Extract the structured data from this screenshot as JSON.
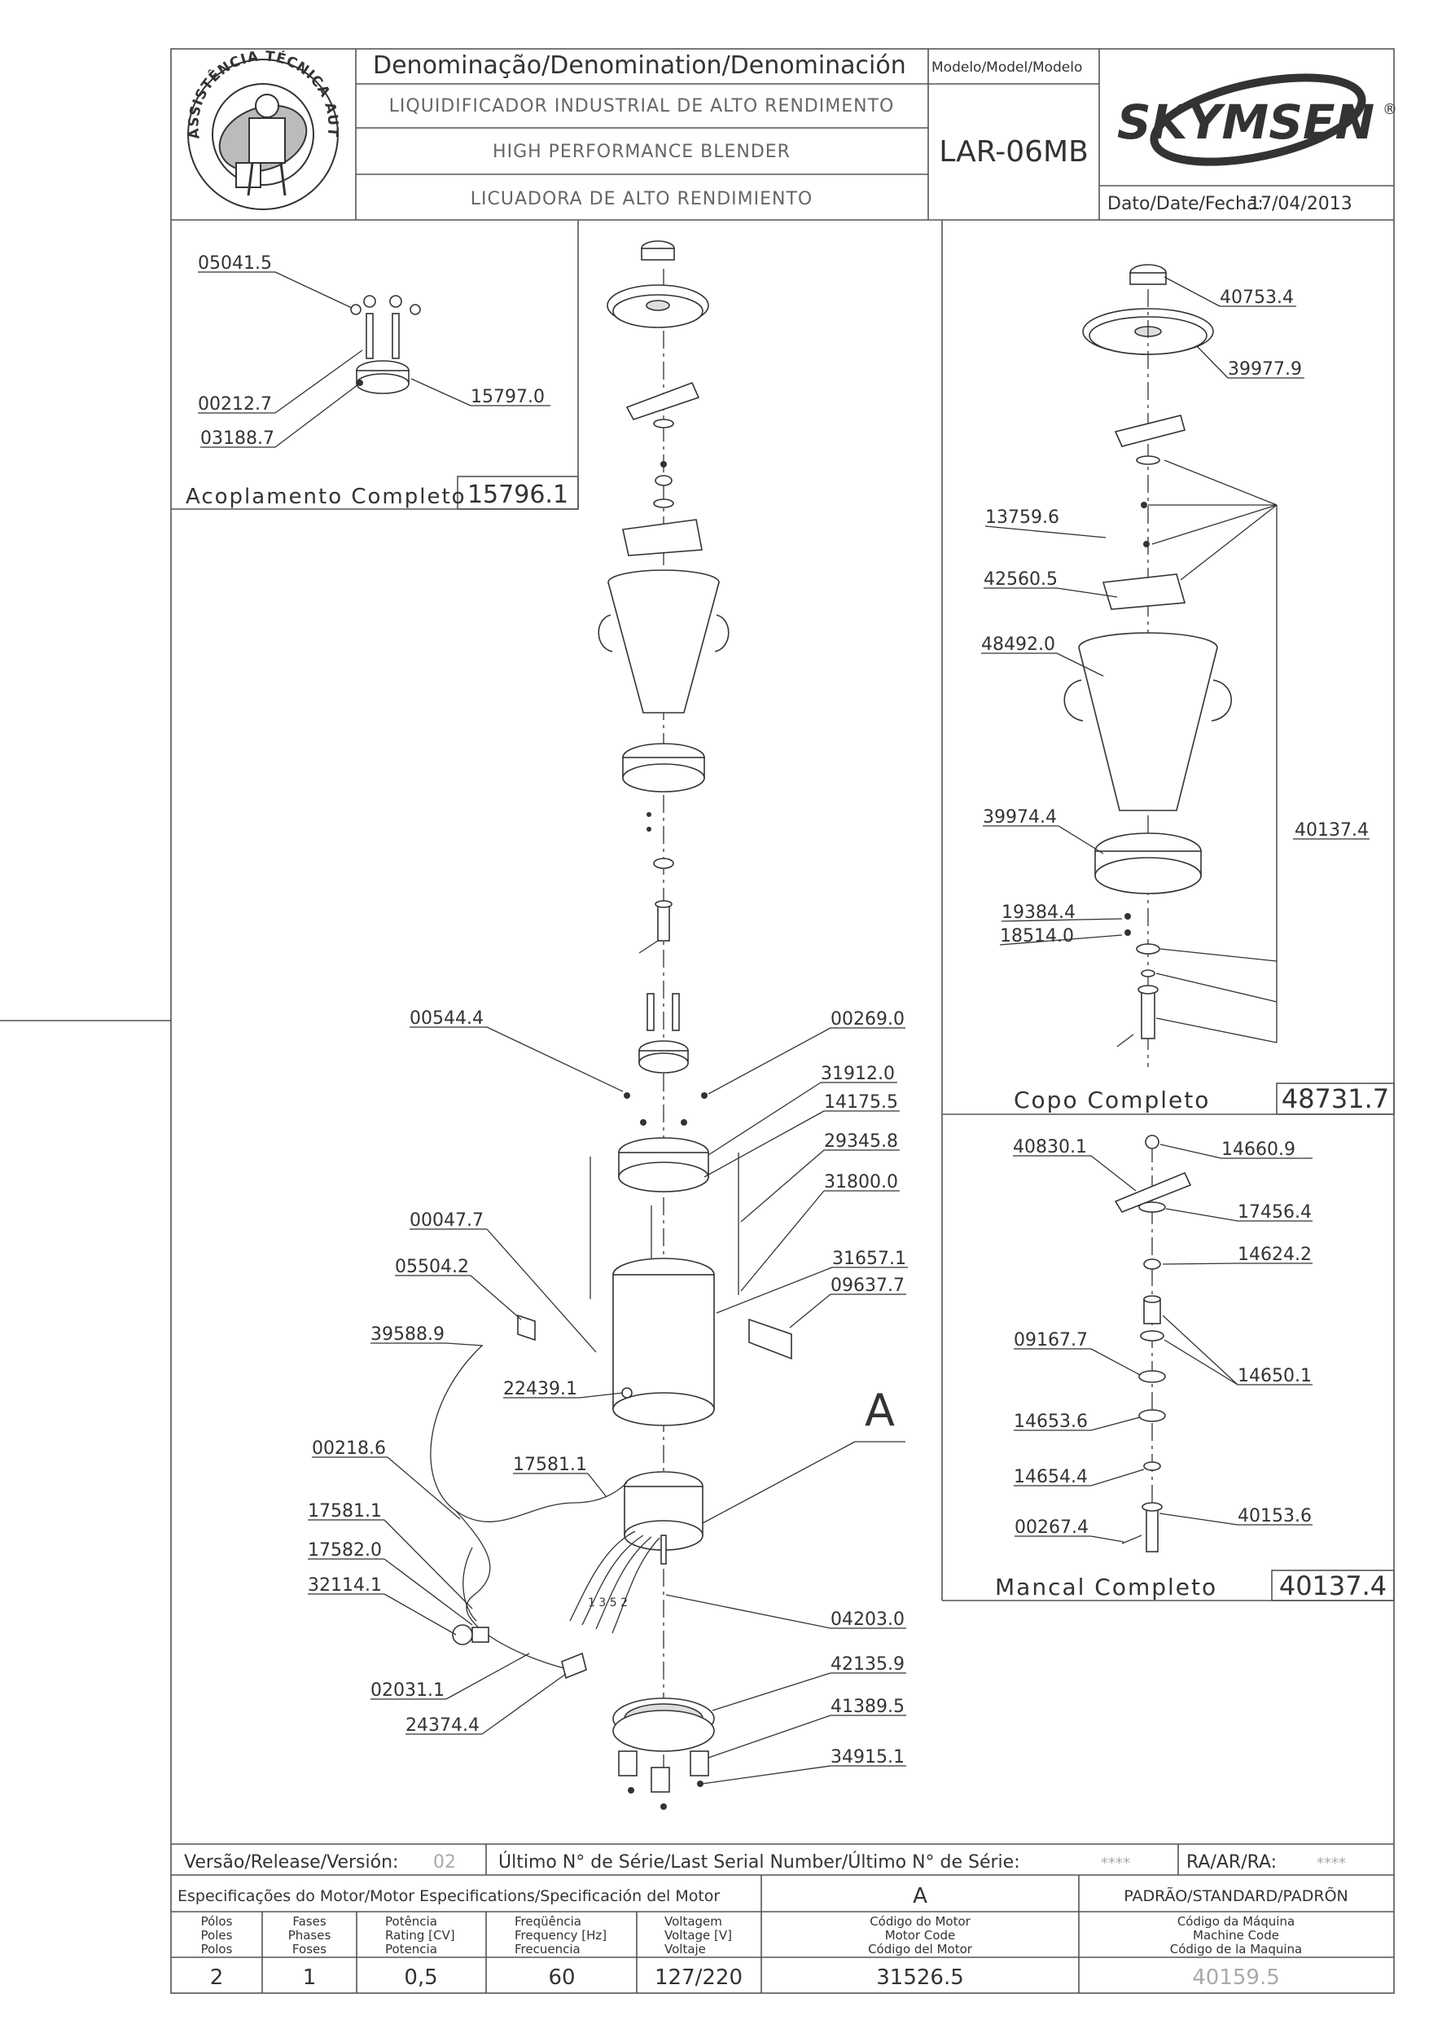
{
  "header": {
    "stamp_text": "ASSISTÊNCIA TÉCNICA AUTORIZADA",
    "denomination_title": "Denominação/Denomination/Denominación",
    "model_title": "Modelo/Model/Modelo",
    "name_pt": "LIQUIDIFICADOR INDUSTRIAL DE ALTO RENDIMENTO",
    "name_en": "HIGH PERFORMANCE BLENDER",
    "name_es": "LICUADORA DE ALTO RENDIMIENTO",
    "model": "LAR-06MB",
    "brand": "SKYMSEN",
    "registered": "®",
    "date_label": "Dato/Date/Fecha:",
    "date": "17/04/2013"
  },
  "boxes": {
    "coupling_title": "Acoplamento Completo",
    "coupling_code": "15796.1",
    "cup_title": "Copo Completo",
    "cup_code": "48731.7",
    "bearing_title": "Mancal Completo",
    "bearing_code": "40137.4"
  },
  "labels": {
    "c1": "05041.5",
    "c2": "00212.7",
    "c3": "03188.7",
    "c4": "15797.0",
    "m1": "00544.4",
    "m2": "00269.0",
    "m3": "31912.0",
    "m4": "14175.5",
    "m5": "29345.8",
    "m6": "31800.0",
    "m7": "00047.7",
    "m8": "05504.2",
    "m9": "31657.1",
    "m10": "09637.7",
    "m11": "39588.9",
    "m12": "22439.1",
    "m13": "00218.6",
    "m14": "17581.1",
    "m15": "17581.1",
    "m16": "17582.0",
    "m17": "32114.1",
    "m18": "04203.0",
    "m19": "42135.9",
    "m20": "02031.1",
    "m21": "41389.5",
    "m22": "24374.4",
    "m23": "34915.1",
    "m24": "A",
    "r1": "40753.4",
    "r2": "39977.9",
    "r3": "13759.6",
    "r4": "42560.5",
    "r5": "48492.0",
    "r6": "39974.4",
    "r7": "40137.4",
    "r8": "19384.4",
    "r9": "18514.0",
    "b1": "40830.1",
    "b2": "14660.9",
    "b3": "17456.4",
    "b4": "14624.2",
    "b5": "09167.7",
    "b6": "14650.1",
    "b7": "14653.6",
    "b8": "14654.4",
    "b9": "40153.6",
    "b10": "00267.4",
    "terminals": "1 3 5 2"
  },
  "footer": {
    "version_label": "Versão/Release/Versión:",
    "version": "02",
    "serial_label": "Último N° de Série/Last Serial Number/Último N° de Série:",
    "serial": "****",
    "ra_label": "RA/AR/RA:",
    "ra": "****",
    "motor_spec_title": "Especificações do Motor/Motor Especifications/Specificación del Motor",
    "motor_ref": "A",
    "standard": "PADRÃO/STANDARD/PADRÕN",
    "col_poles": [
      "Pólos",
      "Poles",
      "Polos"
    ],
    "col_phases": [
      "Fases",
      "Phases",
      "Foses"
    ],
    "col_power": [
      "Potência",
      "Rating [CV]",
      "Potencia"
    ],
    "col_freq": [
      "Freqüência",
      "Frequency [Hz]",
      "Frecuencia"
    ],
    "col_voltage": [
      "Voltagem",
      "Voltage [V]",
      "Voltaje"
    ],
    "col_motor_code": [
      "Código do Motor",
      "Motor Code",
      "Código del Motor"
    ],
    "col_machine_code": [
      "Código da Máquina",
      "Machine Code",
      "Código de la Maquina"
    ],
    "poles": "2",
    "phases": "1",
    "power": "0,5",
    "frequency": "60",
    "voltage": "127/220",
    "motor_code": "31526.5",
    "machine_code": "40159.5"
  }
}
